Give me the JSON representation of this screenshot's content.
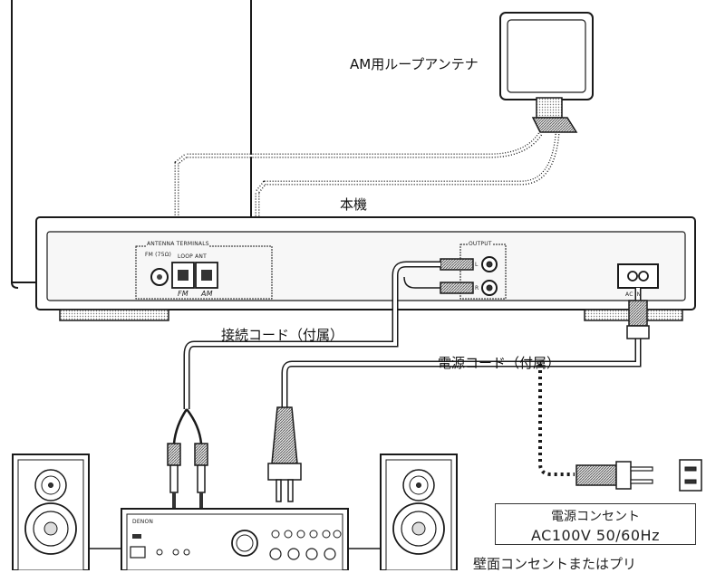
{
  "labels": {
    "am_antenna": "AM用ループアンテナ",
    "main_unit": "本機",
    "connection_cord": "接続コード（付属）",
    "power_cord": "電源コード（付属）"
  },
  "panel": {
    "antenna_terminals": "ANTENNA TERMINALS",
    "fm": "FM (75Ω)",
    "loop_ant": "LOOP ANT",
    "output": "OUTPUT",
    "l": "L",
    "r": "R",
    "fm_mark": "FM",
    "am_mark": "AM",
    "ac_in": "AC IN"
  },
  "outlet": {
    "title": "電源コンセント",
    "spec": "AC100V  50/60Hz",
    "caption": "壁面コンセントまたはプリ"
  },
  "amplifier": {
    "brand": "DENON"
  },
  "colors": {
    "line": "#1a1a1a",
    "fill": "#ffffff",
    "panel": "#f4f4f4"
  }
}
